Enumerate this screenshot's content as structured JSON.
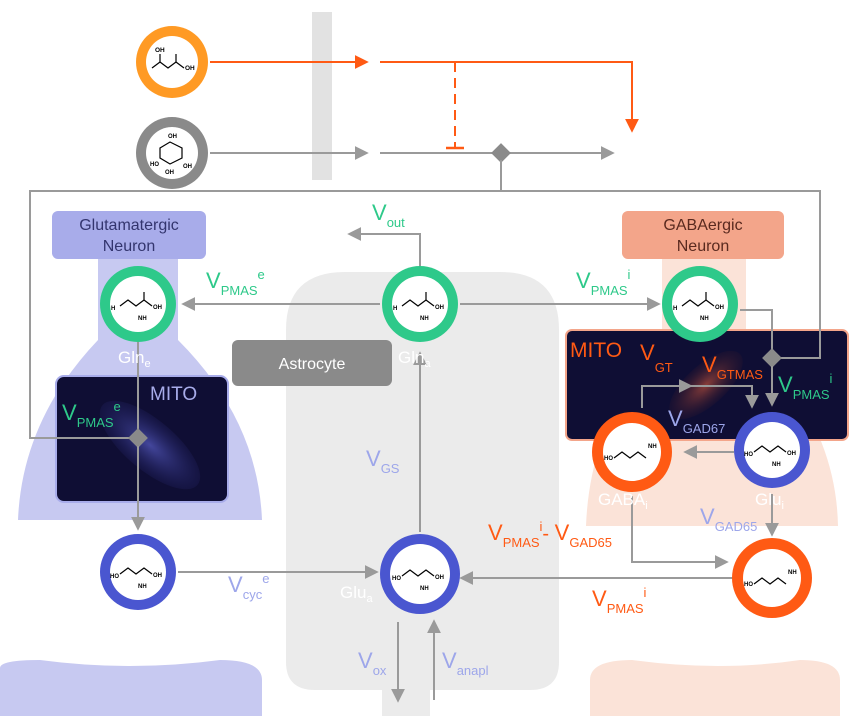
{
  "colors": {
    "orange": "#ff5a14",
    "gray_arrow": "#9a9a9a",
    "green": "#2ec98a",
    "blue": "#4a56d0",
    "lav_text": "#9da6ea",
    "navy_mito": "#0f0e34",
    "glut_fill": "#c7c9f1",
    "gaba_fill": "#fbe3d8",
    "astro_fill": "#ebebeb"
  },
  "labels": {
    "glut_neuron": [
      "Glutamatergic",
      "Neuron"
    ],
    "gaba_neuron": [
      "GABAergic",
      "Neuron"
    ],
    "astrocyte": "Astrocyte",
    "mito_left": "MITO",
    "mito_right": "MITO"
  },
  "metabolites": {
    "gln_e": {
      "base": "Gln",
      "sub": "e"
    },
    "gln_a": {
      "base": "Gln",
      "sub": "a"
    },
    "glu_a": {
      "base": "Glu",
      "sub": "a"
    },
    "gaba_i": {
      "base": "GABA",
      "sub": "i"
    },
    "glu_i": {
      "base": "Glu",
      "sub": "i"
    }
  },
  "fluxes": {
    "vout": {
      "v": "V",
      "sub": "out",
      "sup": ""
    },
    "vpmas_e_top": {
      "v": "V",
      "sub": "PMAS",
      "sup": "e"
    },
    "vpmas_i_top": {
      "v": "V",
      "sub": "PMAS",
      "sup": "i"
    },
    "vpmas_e_mito": {
      "v": "V",
      "sub": "PMAS",
      "sup": "e"
    },
    "vgt": {
      "v": "V",
      "sub": "GT",
      "sup": ""
    },
    "vgtmas": {
      "v": "V",
      "sub": "GTMAS",
      "sup": ""
    },
    "vpmas_i_right": {
      "v": "V",
      "sub": "PMAS",
      "sup": "i"
    },
    "vgad67": {
      "v": "V",
      "sub": "GAD67",
      "sup": ""
    },
    "vgs": {
      "v": "V",
      "sub": "GS",
      "sup": ""
    },
    "vgad65": {
      "v": "V",
      "sub": "GAD65",
      "sup": ""
    },
    "vpmas_minus": {
      "v": "V",
      "sub": "PMAS",
      "sup": "i",
      "minus": "- ",
      "v2": "V",
      "sub2": "GAD65"
    },
    "vcyc": {
      "v": "V",
      "sub": "cyc",
      "sup": "e"
    },
    "vpmas_i_bottom": {
      "v": "V",
      "sub": "PMAS",
      "sup": "i"
    },
    "vox": {
      "v": "V",
      "sub": "ox",
      "sup": ""
    },
    "vanapl": {
      "v": "V",
      "sub": "anapl",
      "sup": ""
    }
  },
  "molecule_atoms": {
    "oh": "OH",
    "nh2": "NH",
    "h2n": "H",
    "ho": "HO"
  }
}
